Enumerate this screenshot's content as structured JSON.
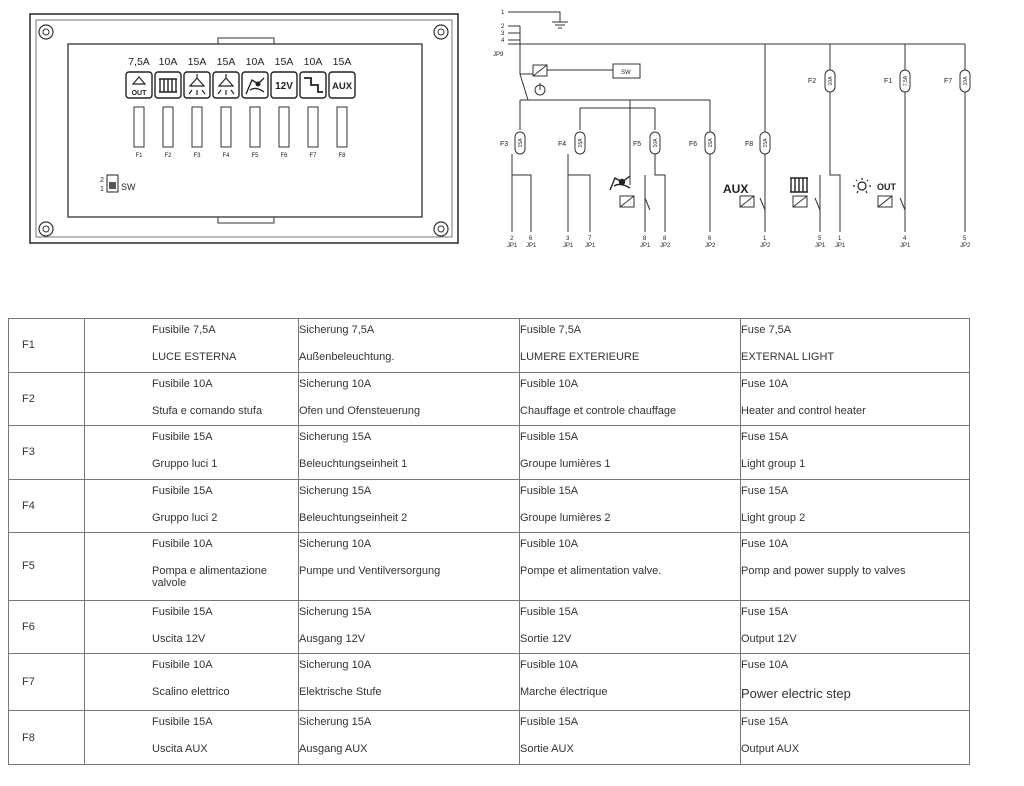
{
  "panel": {
    "fuse_ratings": [
      "7,5A",
      "10A",
      "15A",
      "15A",
      "10A",
      "15A",
      "10A",
      "15A"
    ],
    "fuse_labels": [
      "F1",
      "F2",
      "F3",
      "F4",
      "F5",
      "F6",
      "F7",
      "F8"
    ],
    "icons": [
      "outdoor-light",
      "heater",
      "light-group",
      "light-group",
      "pump",
      "12V",
      "electric-step",
      "AUX"
    ],
    "icon_text_out": "OUT",
    "icon_text_12v": "12V",
    "icon_text_aux": "AUX",
    "switch_label": "SW",
    "switch_pos_2": "2",
    "switch_pos_1": "1"
  },
  "schematic": {
    "pins": [
      "1",
      "2",
      "3",
      "4"
    ],
    "jp9": "JP9",
    "sw": "SW",
    "aux": "AUX",
    "out": "OUT",
    "fuses": [
      {
        "name": "F3",
        "rating": "15A"
      },
      {
        "name": "F4",
        "rating": "15A"
      },
      {
        "name": "F5",
        "rating": "10A"
      },
      {
        "name": "F6",
        "rating": "15A"
      },
      {
        "name": "F8",
        "rating": "15A"
      },
      {
        "name": "F2",
        "rating": "10A"
      },
      {
        "name": "F1",
        "rating": "7,5A"
      },
      {
        "name": "F7",
        "rating": "10A"
      }
    ],
    "terminals": [
      {
        "num": "2",
        "jp": "JP1"
      },
      {
        "num": "6",
        "jp": "JP1"
      },
      {
        "num": "3",
        "jp": "JP1"
      },
      {
        "num": "7",
        "jp": "JP1"
      },
      {
        "num": "8",
        "jp": "JP1"
      },
      {
        "num": "8",
        "jp": "JP2"
      },
      {
        "num": "6",
        "jp": "JP2"
      },
      {
        "num": "1",
        "jp": "JP2"
      },
      {
        "num": "5",
        "jp": "JP1"
      },
      {
        "num": "1",
        "jp": "JP1"
      },
      {
        "num": "4",
        "jp": "JP1"
      },
      {
        "num": "5",
        "jp": "JP2"
      }
    ]
  },
  "table": {
    "rows": [
      {
        "id": "F1",
        "cells": [
          [
            "Fusibile 7,5A",
            "LUCE ESTERNA"
          ],
          [
            "Sicherung 7,5A",
            "Außenbeleuchtung."
          ],
          [
            "Fusible 7,5A",
            "LUMERE EXTERIEURE"
          ],
          [
            "Fuse 7,5A",
            "EXTERNAL LIGHT"
          ]
        ]
      },
      {
        "id": "F2",
        "cells": [
          [
            "Fusibile 10A",
            "Stufa e comando stufa"
          ],
          [
            "Sicherung 10A",
            "Ofen und Ofensteuerung"
          ],
          [
            "Fusible 10A",
            "Chauffage et controle chauffage"
          ],
          [
            "Fuse 10A",
            "Heater and control heater"
          ]
        ]
      },
      {
        "id": "F3",
        "cells": [
          [
            "Fusibile 15A",
            "Gruppo luci 1"
          ],
          [
            "Sicherung 15A",
            "Beleuchtungseinheit 1"
          ],
          [
            "Fusible 15A",
            "Groupe lumières 1"
          ],
          [
            "Fuse 15A",
            "Light group  1"
          ]
        ]
      },
      {
        "id": "F4",
        "cells": [
          [
            "Fusibile 15A",
            "Gruppo luci 2"
          ],
          [
            "Sicherung 15A",
            "Beleuchtungseinheit 2"
          ],
          [
            "Fusible 15A",
            "Groupe lumières 2"
          ],
          [
            "Fuse 15A",
            "Light group  2"
          ]
        ]
      },
      {
        "id": "F5",
        "cells": [
          [
            "Fusibile 10A",
            "Pompa e alimentazione valvole"
          ],
          [
            "Sicherung 10A",
            "Pumpe und Ventilversorgung"
          ],
          [
            "Fusible 10A",
            "Pompe et alimentation valve."
          ],
          [
            "Fuse 10A",
            "Pomp and power supply to valves"
          ]
        ]
      },
      {
        "id": "F6",
        "cells": [
          [
            "Fusibile 15A",
            "Uscita 12V"
          ],
          [
            "Sicherung 15A",
            "Ausgang 12V"
          ],
          [
            "Fusible 15A",
            "Sortie 12V"
          ],
          [
            "Fuse 15A",
            "Output 12V"
          ]
        ]
      },
      {
        "id": "F7",
        "cells": [
          [
            "Fusibile 10A",
            "Scalino elettrico"
          ],
          [
            "Sicherung 10A",
            "Elektrische Stufe"
          ],
          [
            "Fusible 10A",
            "Marche électrique"
          ],
          [
            "Fuse 10A",
            "Power electric step"
          ]
        ]
      },
      {
        "id": "F8",
        "cells": [
          [
            "Fusibile 15A",
            "Uscita AUX"
          ],
          [
            "Sicherung 15A",
            "Ausgang AUX"
          ],
          [
            "Fusible 15A",
            "Sortie  AUX"
          ],
          [
            "Fuse 15A",
            "Output AUX"
          ]
        ]
      }
    ]
  }
}
